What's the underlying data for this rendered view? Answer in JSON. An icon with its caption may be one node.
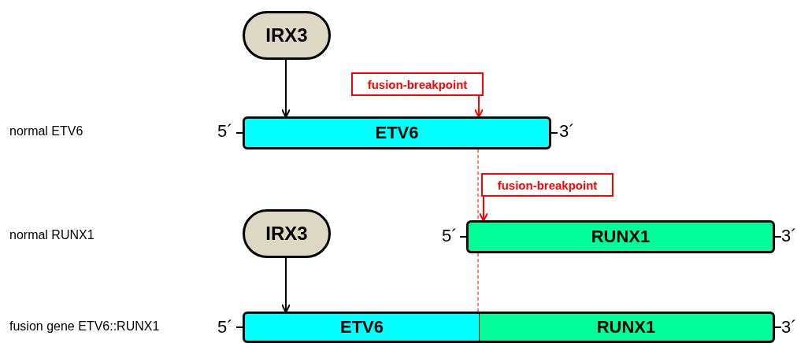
{
  "diagram": {
    "nodes": [
      {
        "text": [
          "IRX3"
        ]
      },
      {
        "text": [
          "ETV6"
        ],
        "beside": [
          "5´",
          "3´"
        ]
      },
      {
        "text": [
          "fusion-breakpoint"
        ]
      },
      {
        "text": [
          "fusion-breakpoint"
        ]
      },
      {
        "text": [
          "IRX3"
        ]
      },
      {
        "text": [
          "RUNX1"
        ],
        "beside": [
          "5´",
          "3´"
        ]
      },
      {
        "text": [
          "ETV6"
        ],
        "beside": [
          "5´"
        ]
      },
      {
        "text": [
          "RUNX1"
        ],
        "beside": [
          "3´"
        ]
      }
    ],
    "edges": [
      {
        "from": 0,
        "to": 1,
        "arrow": "to",
        "color": "#000000"
      },
      {
        "from": 2,
        "to": 1,
        "arrow": "to",
        "color": "#ff0000"
      },
      {
        "from": 3,
        "to": 5,
        "arrow": "to",
        "color": "#ff0000"
      },
      {
        "from": 4,
        "to": 6,
        "arrow": "to",
        "color": "#000000"
      },
      {
        "from": 1,
        "to": 5,
        "arrow": "none",
        "style": "dashed",
        "color": "#ff0000"
      },
      {
        "from": 5,
        "to": 6,
        "arrow": "none",
        "style": "dashed",
        "color": "#ff0000"
      }
    ],
    "labels": [
      "normal ETV6",
      "normal RUNX1",
      "fusion gene ETV6::RUNX1"
    ]
  }
}
